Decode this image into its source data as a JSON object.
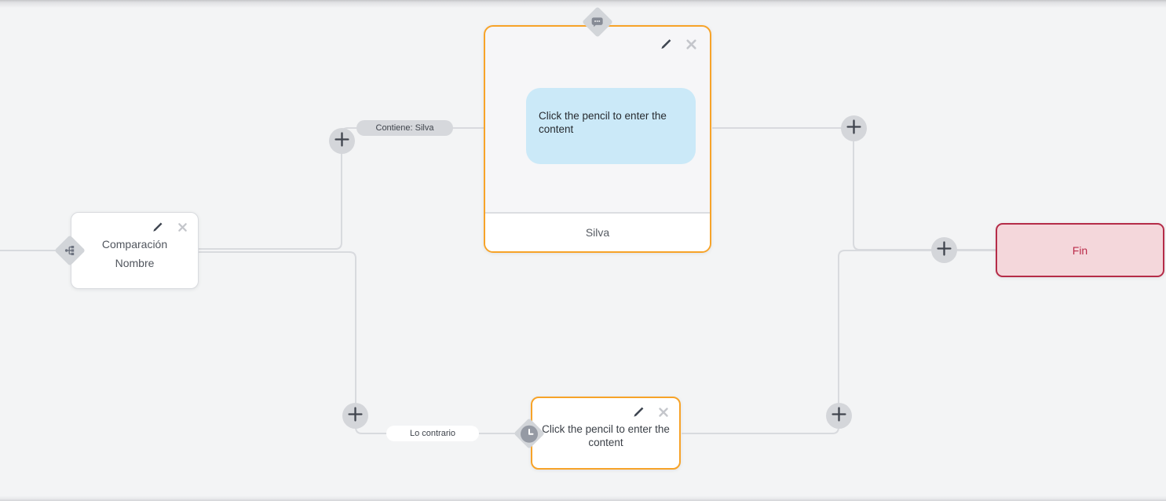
{
  "nodes": {
    "condition": {
      "line1": "Comparación",
      "line2": "Nombre"
    },
    "message": {
      "bubble": "Click the pencil to enter the content",
      "footer": "Silva"
    },
    "delay": {
      "placeholder": "Click the pencil to enter the content"
    },
    "end": {
      "label": "Fin"
    }
  },
  "edge_labels": {
    "contains": "Contiene: Silva",
    "otherwise": "Lo contrario"
  },
  "icons": {
    "branch-icon": "condition/branch badge on diamond",
    "chat-icon": "speech-bubble with ellipsis on diamond",
    "clock-icon": "clock badge on diamond",
    "edit-icon": "pencil",
    "delete-icon": "x cross",
    "plus-icon": "+"
  },
  "colors": {
    "canvas_bg": "#f3f4f5",
    "wire": "#d8dade",
    "accent_orange": "#f7a328",
    "bubble_bg": "#cbe9f8",
    "end_bg": "#f4d7db",
    "end_accent": "#b52c48",
    "badge_gray": "#d2d5d9"
  }
}
